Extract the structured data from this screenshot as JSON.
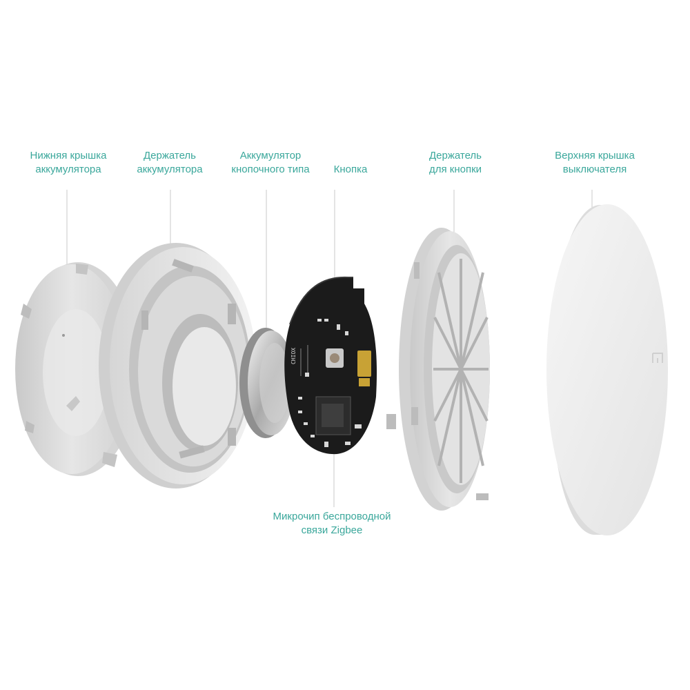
{
  "labels": {
    "bottom_cover": {
      "line1": "Нижняя крышка",
      "line2": "аккумулятора"
    },
    "battery_holder": {
      "line1": "Держатель",
      "line2": "аккумулятора"
    },
    "coin_battery": {
      "line1": "Аккумулятор",
      "line2": "кнопочного типа"
    },
    "button": {
      "line1": "Кнопка"
    },
    "button_holder": {
      "line1": "Держатель",
      "line2": "для кнопки"
    },
    "top_cover": {
      "line1": "Верхняя крышка",
      "line2": "выключателя"
    },
    "zigbee_chip": {
      "line1": "Микрочип беспроводной",
      "line2": "связи Zigbee"
    }
  },
  "pcb_marking": "CHIOX",
  "colors": {
    "label": "#3aa79b",
    "leader": "#c9c9c9",
    "pcb": "#1b1b1b",
    "plastic": "#e7e7e7"
  }
}
